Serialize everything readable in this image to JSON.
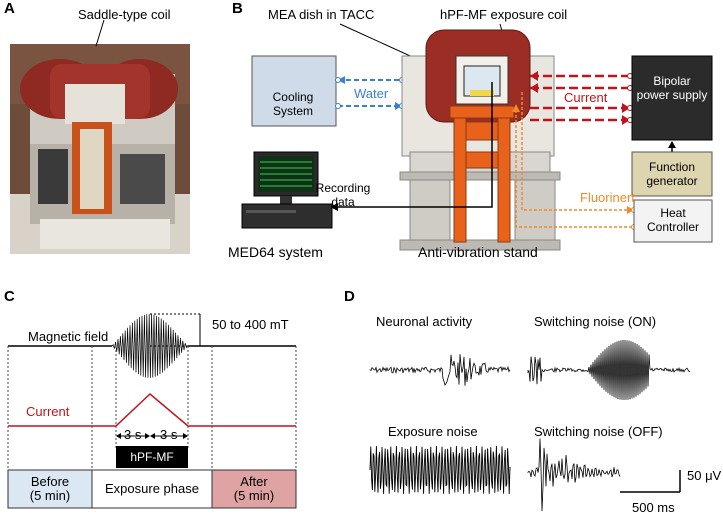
{
  "panels": {
    "A": {
      "letter": "A",
      "title": "Saddle-type coil"
    },
    "B": {
      "letter": "B",
      "mea_label": "MEA dish in TACC",
      "coil_label": "hPF-MF exposure coil",
      "cooling": "Cooling System",
      "water": "Water",
      "current": "Current",
      "bipolar": "Bipolar power supply",
      "function_gen": "Function generator",
      "recording": "Recording data",
      "fluorinert": "Fluorinert",
      "heat": "Heat Controller",
      "med64": "MED64 system",
      "stand": "Anti-vibration stand"
    },
    "C": {
      "letter": "C",
      "magnetic_field": "Magnetic field",
      "range": "50 to 400 mT",
      "current": "Current",
      "ramp_up": "3 s",
      "ramp_down": "3 s",
      "exposure_bar": "hPF-MF",
      "before": "Before\n(5 min)",
      "exposure_phase": "Exposure phase",
      "after": "After\n(5 min)"
    },
    "D": {
      "letter": "D",
      "neuronal": "Neuronal activity",
      "switch_on": "Switching noise (ON)",
      "exposure_noise": "Exposure noise",
      "switch_off": "Switching noise (OFF)",
      "scale_v": "50 μV",
      "scale_t": "500 ms"
    }
  },
  "colors": {
    "coil_red": "#9b2d24",
    "water_blue": "#3a7fd0",
    "current_red": "#c0141c",
    "fluorinert_orange": "#f08a2a",
    "stand_orange": "#e8621c",
    "cooling_fill": "#cfdbe8",
    "before_fill": "#dbe7f3",
    "after_fill": "#e0a3a3",
    "func_fill": "#ddd4b0"
  }
}
